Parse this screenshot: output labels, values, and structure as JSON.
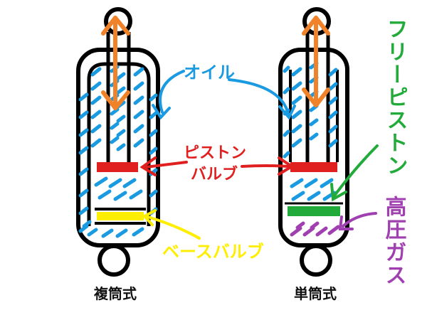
{
  "labels": {
    "oil": "オイル",
    "piston_valve_line1": "ピストン",
    "piston_valve_line2": "バルブ",
    "base_valve": "ベースバルブ",
    "free_piston": "フリーピストン",
    "high_pressure_gas": "高圧ガス"
  },
  "captions": {
    "twin_tube": "複筒式",
    "mono_tube": "単筒式"
  },
  "colors": {
    "oil": "#1a9ae0",
    "piston_valve": "#e01f1f",
    "base_valve": "#ffee00",
    "free_piston": "#22aa3a",
    "gas": "#a040b0",
    "arrow": "#f0822a",
    "outline": "#000000"
  },
  "icons": {
    "stroke_arrow": "double-headed-arrow"
  }
}
